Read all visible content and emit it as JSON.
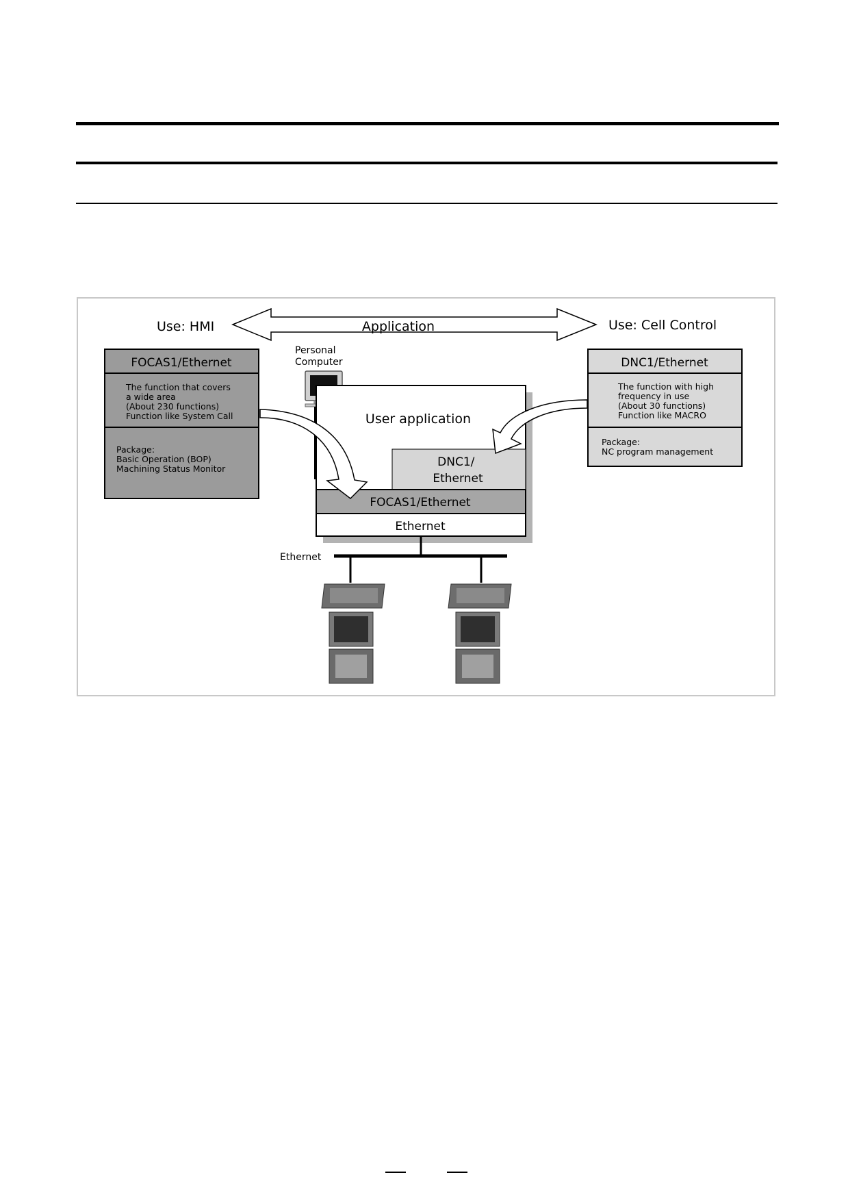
{
  "diagram": {
    "use_hmi": "Use: HMI",
    "application": "Application",
    "use_cell_control": "Use: Cell Control",
    "personal_computer": [
      "Personal",
      "Computer"
    ],
    "user_application": "User application",
    "focas_box": {
      "title": "FOCAS1/Ethernet",
      "desc": [
        "The function that covers",
        "a wide area",
        "(About 230 functions)",
        "Function like System Call"
      ],
      "package": [
        "Package:",
        "Basic Operation (BOP)",
        "Machining Status Monitor"
      ]
    },
    "dnc_box": {
      "title": "DNC1/Ethernet",
      "desc": [
        "The function with high",
        "frequency in use",
        "(About 30 functions)",
        "Function like MACRO"
      ],
      "package": [
        "Package:",
        "NC program management"
      ]
    },
    "stack": {
      "dnc": [
        "DNC1/",
        "Ethernet"
      ],
      "focas": "FOCAS1/Ethernet",
      "ethernet": "Ethernet"
    },
    "network_label": "Ethernet"
  },
  "colors": {
    "focas_box": "#9b9b9b",
    "dnc_box": "#d9d9d9",
    "stack_focas": "#a6a6a6",
    "stack_dnc": "#d6d6d6",
    "shadow": "#b3b3b3"
  }
}
